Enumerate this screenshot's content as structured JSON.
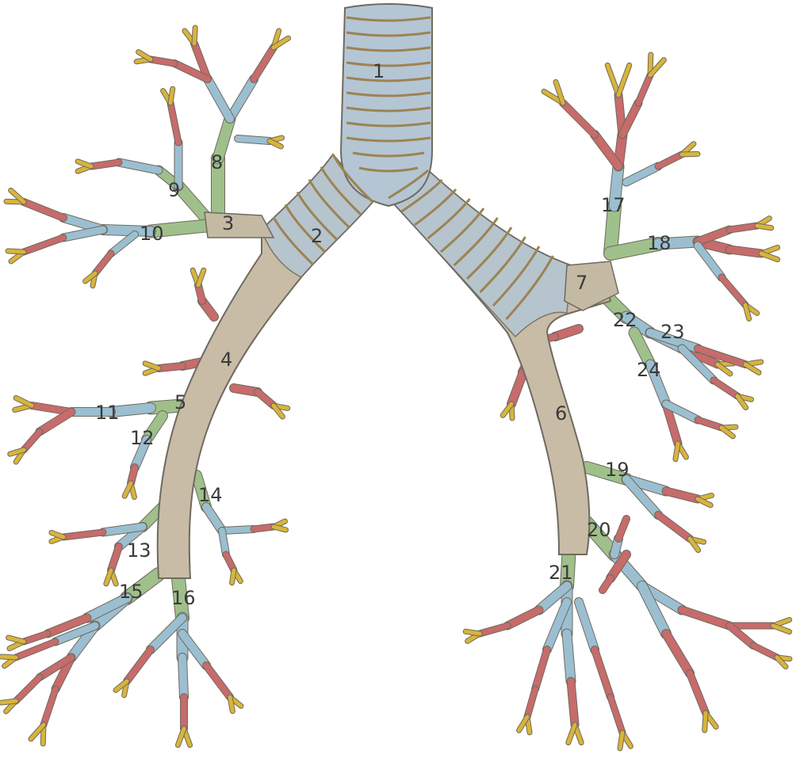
{
  "colors": {
    "trachea": "#b4c6d4",
    "ring": "#9c8352",
    "main_bronchus": "#c8bca6",
    "lobar": "#c4b9a3",
    "segmental": "#9fc08a",
    "subsegmental": "#9bbfd0",
    "small": "#c76b6b",
    "terminal": "#d8b43a",
    "outline": "#6f6a60"
  },
  "labels": [
    {
      "id": "1",
      "text": "1"
    },
    {
      "id": "2",
      "text": "2"
    },
    {
      "id": "3",
      "text": "3"
    },
    {
      "id": "4",
      "text": "4"
    },
    {
      "id": "5",
      "text": "5"
    },
    {
      "id": "6",
      "text": "6"
    },
    {
      "id": "7",
      "text": "7"
    },
    {
      "id": "8",
      "text": "8"
    },
    {
      "id": "9",
      "text": "9"
    },
    {
      "id": "10",
      "text": "10"
    },
    {
      "id": "11",
      "text": "11"
    },
    {
      "id": "12",
      "text": "12"
    },
    {
      "id": "13",
      "text": "13"
    },
    {
      "id": "14",
      "text": "14"
    },
    {
      "id": "15",
      "text": "15"
    },
    {
      "id": "16",
      "text": "16"
    },
    {
      "id": "17",
      "text": "17"
    },
    {
      "id": "18",
      "text": "18"
    },
    {
      "id": "19",
      "text": "19"
    },
    {
      "id": "20",
      "text": "20"
    },
    {
      "id": "21",
      "text": "21"
    },
    {
      "id": "22",
      "text": "22"
    },
    {
      "id": "23",
      "text": "23"
    },
    {
      "id": "24",
      "text": "24"
    }
  ]
}
